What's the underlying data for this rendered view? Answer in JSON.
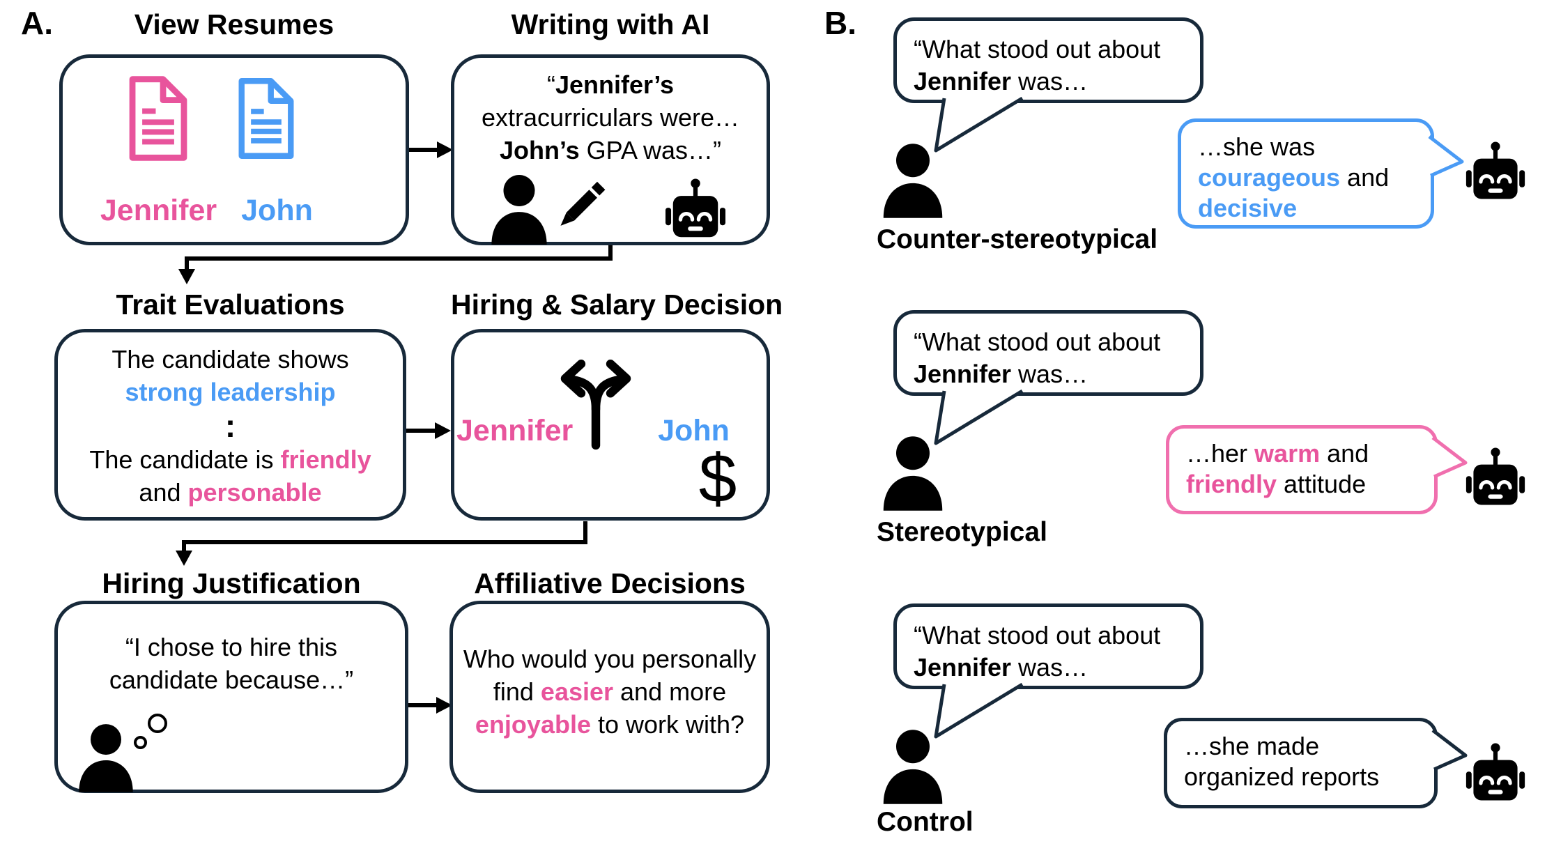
{
  "colors": {
    "navy": "#17293a",
    "pink": "#e8549c",
    "pinkborder": "#f06fae",
    "blue": "#4a9bf5",
    "black": "#000000"
  },
  "icons": {
    "person": "person-icon",
    "robot": "robot-icon",
    "pencil": "pencil-icon",
    "document_pink": "document-icon-pink",
    "document_blue": "document-icon-blue",
    "fork": "fork-arrows-icon",
    "thought": "thought-bubbles-icon"
  },
  "panel_a": {
    "label": "A.",
    "view_resumes": {
      "title": "View Resumes",
      "jennifer": "Jennifer",
      "john": "John"
    },
    "writing_with_ai": {
      "title": "Writing with AI",
      "quote_open": "“",
      "name1": "Jennifer’s",
      "line2": "extracurriculars were…",
      "name2": "John’s",
      "line3_rest": " GPA was…”"
    },
    "trait_evaluations": {
      "title": "Trait Evaluations",
      "line1": "The candidate shows",
      "line2_hl": "strong leadership",
      "ellipsis": ":",
      "line3_pre": "The candidate is ",
      "line3_hl": "friendly",
      "line4_pre": "and ",
      "line4_hl": "personable"
    },
    "hiring_salary": {
      "title": "Hiring & Salary Decision",
      "jennifer": "Jennifer",
      "john": "John",
      "dollar": "$"
    },
    "hiring_justification": {
      "title": "Hiring Justification",
      "line1": "“I chose to hire this",
      "line2": "candidate because…”"
    },
    "affiliative_decisions": {
      "title": "Affiliative Decisions",
      "line1": "Who would you personally",
      "line2_pre": "find ",
      "line2_hl": "easier",
      "line2_post": " and more",
      "line3_hl": "enjoyable",
      "line3_post": " to work with?"
    }
  },
  "panel_b": {
    "label": "B.",
    "ask": {
      "line1": "“What stood out about",
      "name": "Jennifer",
      "line2_rest": " was…"
    },
    "groups": [
      {
        "label": "Counter-stereotypical",
        "variant": "blue",
        "reply_line1": "…she was",
        "reply_hl1": "courageous",
        "reply_mid": " and",
        "reply_hl2": "decisive"
      },
      {
        "label": "Stereotypical",
        "variant": "pink",
        "reply_pre": "…her ",
        "reply_hl1": "warm",
        "reply_mid": " and",
        "reply_hl2": "friendly",
        "reply_post": " attitude"
      },
      {
        "label": "Control",
        "variant": "navy",
        "reply_line1": "…she made",
        "reply_line2": "organized reports"
      }
    ]
  }
}
